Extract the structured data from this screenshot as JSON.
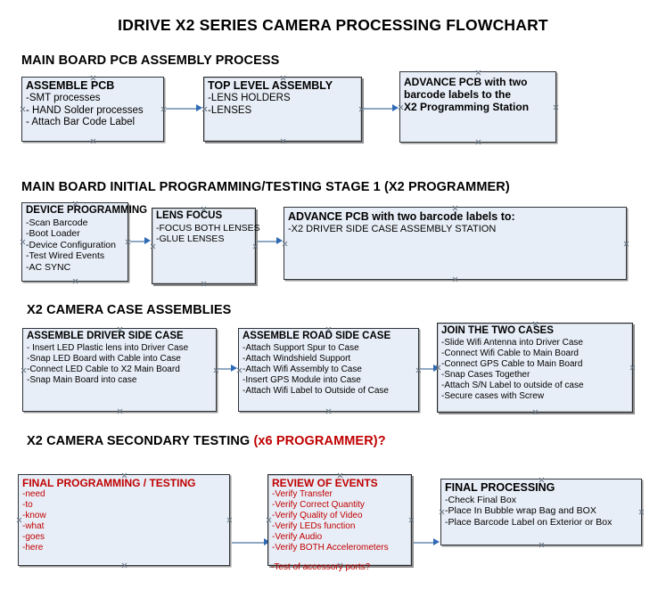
{
  "document": {
    "title": "IDRIVE X2  SERIES CAMERA PROCESSING FLOWCHART",
    "accent_red": "#c00000",
    "box_fill": "#e8eef7",
    "arrow_color": "#8fa9c4",
    "arrowhead_color": "#2f6ab5"
  },
  "sections": [
    {
      "id": "main-board-pcb-assembly",
      "heading": "MAIN BOARD PCB ASSEMBLY PROCESS",
      "heading_accent": "",
      "boxes": [
        {
          "id": "assemble-pcb",
          "title": "ASSEMBLE PCB",
          "lines": [
            "-SMT processes",
            "- HAND Solder processes",
            "- Attach Bar Code Label"
          ]
        },
        {
          "id": "top-level-assembly",
          "title": "TOP LEVEL ASSEMBLY",
          "lines": [
            "-LENS HOLDERS",
            "-LENSES"
          ]
        },
        {
          "id": "advance-pcb-programming-station",
          "title": "ADVANCE PCB with two",
          "lines": [
            "barcode labels to the",
            " X2 Programming Station"
          ]
        }
      ]
    },
    {
      "id": "main-board-initial-programming",
      "heading": "MAIN BOARD INITIAL PROGRAMMING/TESTING STAGE 1 (X2 PROGRAMMER)",
      "heading_accent": "",
      "boxes": [
        {
          "id": "device-programming",
          "title": "DEVICE PROGRAMMING",
          "lines": [
            "-Scan Barcode",
            "-Boot Loader",
            "-Device Configuration",
            "-Test Wired Events",
            "-AC SYNC"
          ]
        },
        {
          "id": "lens-focus",
          "title": "LENS FOCUS",
          "lines": [
            "-FOCUS BOTH LENSES",
            "-GLUE LENSES"
          ]
        },
        {
          "id": "advance-pcb-driver-side-case",
          "title": "ADVANCE PCB with two barcode labels to:",
          "lines": [
            "-X2 DRIVER  SIDE  CASE  ASSEMBLY STATION"
          ]
        }
      ]
    },
    {
      "id": "x2-camera-case-assemblies",
      "heading": "X2 CAMERA CASE ASSEMBLIES",
      "heading_accent": "",
      "boxes": [
        {
          "id": "assemble-driver-side-case",
          "title": "ASSEMBLE DRIVER SIDE CASE",
          "lines": [
            "- Insert LED Plastic lens into Driver Case",
            "-Snap LED Board with Cable into Case",
            "-Connect LED Cable to X2 Main Board",
            "-Snap Main Board into case"
          ]
        },
        {
          "id": "assemble-road-side-case",
          "title": "ASSEMBLE ROAD SIDE CASE",
          "lines": [
            "-Attach Support Spur to Case",
            "-Attach Windshield Support",
            "-Attach Wifi Assembly to Case",
            "-Insert GPS Module into Case",
            "-Attach Wifi Label to Outside of Case"
          ]
        },
        {
          "id": "join-the-two-cases",
          "title": "JOIN THE TWO CASES",
          "lines": [
            "-Slide Wifi Antenna into Driver Case",
            "-Connect Wifi Cable to Main Board",
            "-Connect GPS Cable to Main Board",
            "-Snap Cases Together",
            "-Attach S/N Label to outside of case",
            "-Secure cases with Screw"
          ]
        }
      ]
    },
    {
      "id": "x2-camera-secondary-testing",
      "heading": "X2 CAMERA SECONDARY TESTING ",
      "heading_accent": "(x6 PROGRAMMER)?",
      "boxes": [
        {
          "id": "final-programming-testing",
          "title": "FINAL PROGRAMMING / TESTING",
          "lines": [
            "-need",
            "-to",
            "-know",
            "-what",
            "-goes",
            "-here"
          ]
        },
        {
          "id": "review-of-events",
          "title": "REVIEW OF EVENTS",
          "lines": [
            "-Verify Transfer",
            "-Verify Correct Quantity",
            "-Verify Quality of Video",
            "-Verify LEDs function",
            "-Verify Audio",
            "-Verify BOTH Accelerometers"
          ],
          "overflow_line": "-Test of accessory ports?"
        },
        {
          "id": "final-processing",
          "title": "FINAL PROCESSING",
          "lines": [
            " -Check Final Box",
            "-Place In Bubble wrap Bag and BOX",
            "-Place Barcode Label on Exterior or Box"
          ]
        }
      ]
    }
  ]
}
